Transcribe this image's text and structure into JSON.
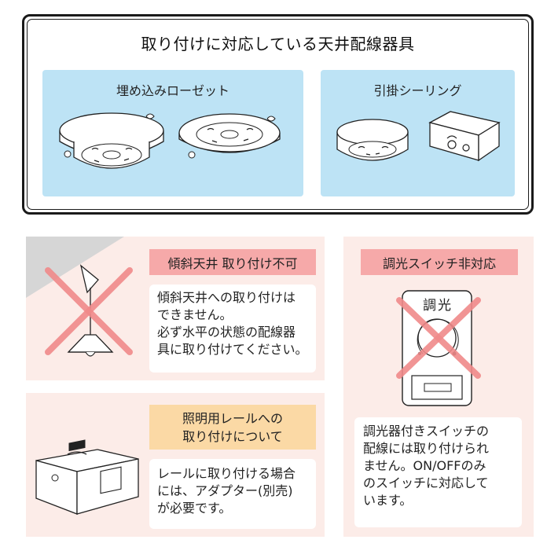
{
  "compatible_section": {
    "title": "取り付けに対応している天井配線器具",
    "left_panel_label": "埋め込みローゼット",
    "right_panel_label": "引掛シーリング"
  },
  "slope_section": {
    "heading": "傾斜天井 取り付け不可",
    "description": "傾斜天井への取り付けは\nできません。\n必ず水平の状態の配線器\n具に取り付けてください。"
  },
  "track_section": {
    "heading_line1": "照明用レールへの",
    "heading_line2": "取り付けについて",
    "description": "レールに取り付ける場合\nには、アダプター(別売)\nが必要です。"
  },
  "dimmer_section": {
    "heading": "調光スイッチ非対応",
    "switch_label": "調光",
    "description": "調光器付きスイッチの\n配線には取り付けられ\nません。ON/OFFのみ\nのスイッチに対応して\nいます。"
  },
  "colors": {
    "blue_panel": "#bde3f5",
    "pink_panel": "#fcece8",
    "pink_heading": "#f6a9a9",
    "orange_heading": "#fbd9a5",
    "cross_mark": "#f08a8a"
  },
  "icons": [
    "embedded-rosette-icon",
    "embedded-rosette-flat-icon",
    "hook-ceiling-round-icon",
    "hook-ceiling-box-icon",
    "pendant-lamp-icon",
    "cross-mark-icon",
    "track-adapter-icon",
    "dimmer-switch-icon"
  ]
}
